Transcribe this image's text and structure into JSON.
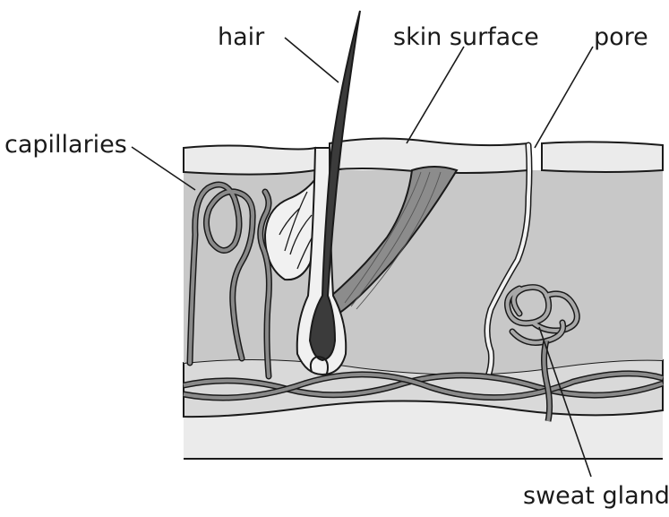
{
  "labels": {
    "hair": "hair",
    "skin_surface": "skin surface",
    "pore": "pore",
    "capillaries": "capillaries",
    "sweat_gland": "sweat gland"
  },
  "colors": {
    "skin_top": "#ebebeb",
    "dermis": "#c8c8c8",
    "lower_band": "#d9d9d9",
    "fat_layer": "#ebebeb",
    "hair": "#3b3b3b",
    "vessel": "#8a8a8a",
    "outline": "#1a1a1a"
  }
}
